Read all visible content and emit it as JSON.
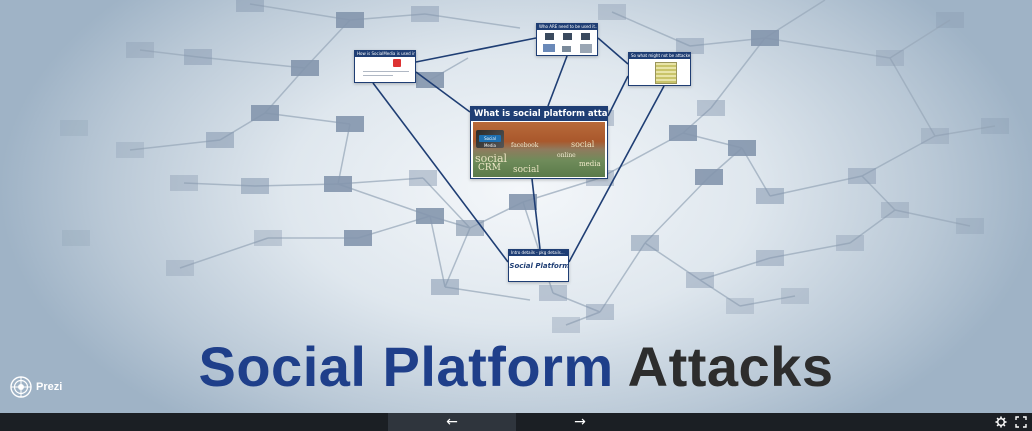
{
  "presentation": {
    "title_part1": "Social Platform",
    "title_part2": "Attacks"
  },
  "frames": {
    "main": {
      "title": "What is social platform attack?",
      "keyboard_text": "Social Media",
      "words": [
        "social",
        "CRM",
        "facebook",
        "online",
        "social",
        "media",
        "social"
      ]
    },
    "top": {
      "heading": "Who ARE need to be used it..."
    },
    "left": {
      "heading": "How is SocialMedia is used in Attack?"
    },
    "right": {
      "heading": "So what might not be attacker?"
    },
    "bottom": {
      "heading": "Intro details - pkg details...",
      "label": "Social Platform"
    }
  },
  "branding": {
    "logo_text": "Prezi"
  },
  "toolbar": {
    "prev_icon": "arrow-left-icon",
    "next_icon": "arrow-right-icon",
    "prev_glyph": "←",
    "next_glyph": "→",
    "settings_icon": "gear-icon",
    "fullscreen_icon": "fullscreen-icon"
  },
  "colors": {
    "frame_navy": "#1f3e74",
    "title_blue": "#1f3f8a",
    "title_dark": "#2d2d2d",
    "toolbar_bg": "#1b1f24",
    "toolbar_active": "#2f353d",
    "node": "#8496ad"
  }
}
